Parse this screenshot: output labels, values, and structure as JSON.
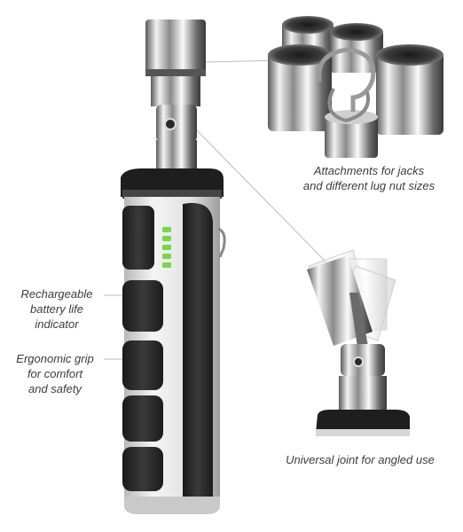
{
  "callouts": {
    "attachments": {
      "line1": "Attachments for jacks",
      "line2": "and different lug nut sizes"
    },
    "battery": {
      "line1": "Rechargeable",
      "line2": "battery life",
      "line3": "indicator"
    },
    "grip": {
      "line1": "Ergonomic grip",
      "line2": "for comfort",
      "line3": "and safety"
    },
    "joint": {
      "line1": "Universal joint for angled use"
    }
  },
  "battery_indicator": {
    "segments_lit": 5,
    "segments_total": 5
  },
  "colors": {
    "body_dark": "#222222",
    "body_silver": "#d9d9d9",
    "indicator_green": "#7ad64a",
    "callout_line": "#bdbdbd",
    "label_text": "#3c3c3c"
  }
}
